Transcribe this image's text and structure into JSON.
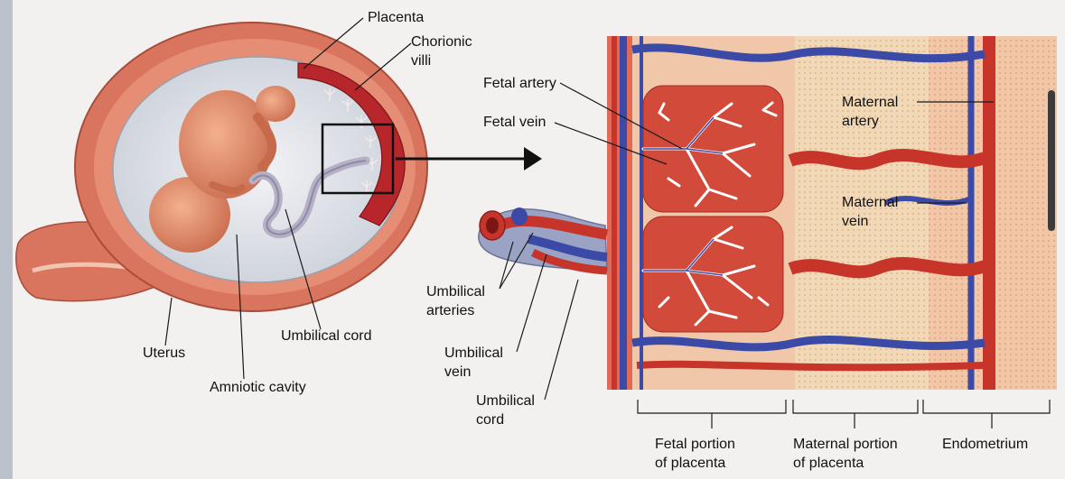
{
  "labels": {
    "placenta": "Placenta",
    "chorionic_villi_1": "Chorionic",
    "chorionic_villi_2": "villi",
    "fetal_artery": "Fetal artery",
    "fetal_vein": "Fetal vein",
    "maternal_artery_1": "Maternal",
    "maternal_artery_2": "artery",
    "maternal_vein_1": "Maternal",
    "maternal_vein_2": "vein",
    "umbilical_arteries_1": "Umbilical",
    "umbilical_arteries_2": "arteries",
    "umbilical_vein_1": "Umbilical",
    "umbilical_vein_2": "vein",
    "umbilical_cord_right_1": "Umbilical",
    "umbilical_cord_right_2": "cord",
    "umbilical_cord_left": "Umbilical cord",
    "uterus": "Uterus",
    "amniotic_cavity": "Amniotic cavity",
    "fetal_portion_1": "Fetal portion",
    "fetal_portion_2": "of placenta",
    "maternal_portion_1": "Maternal portion",
    "maternal_portion_2": "of placenta",
    "endometrium": "Endometrium"
  },
  "colors": {
    "uterus_wall": "#d9755e",
    "placenta": "#b7262b",
    "fetus": "#e2916c",
    "amniotic": "#dfe3ea",
    "fetal_vessel_blue": "#3a4aa6",
    "maternal_red": "#c7342a",
    "maternal_tissue": "#efd3b0",
    "endometrium": "#ecbc9c"
  }
}
